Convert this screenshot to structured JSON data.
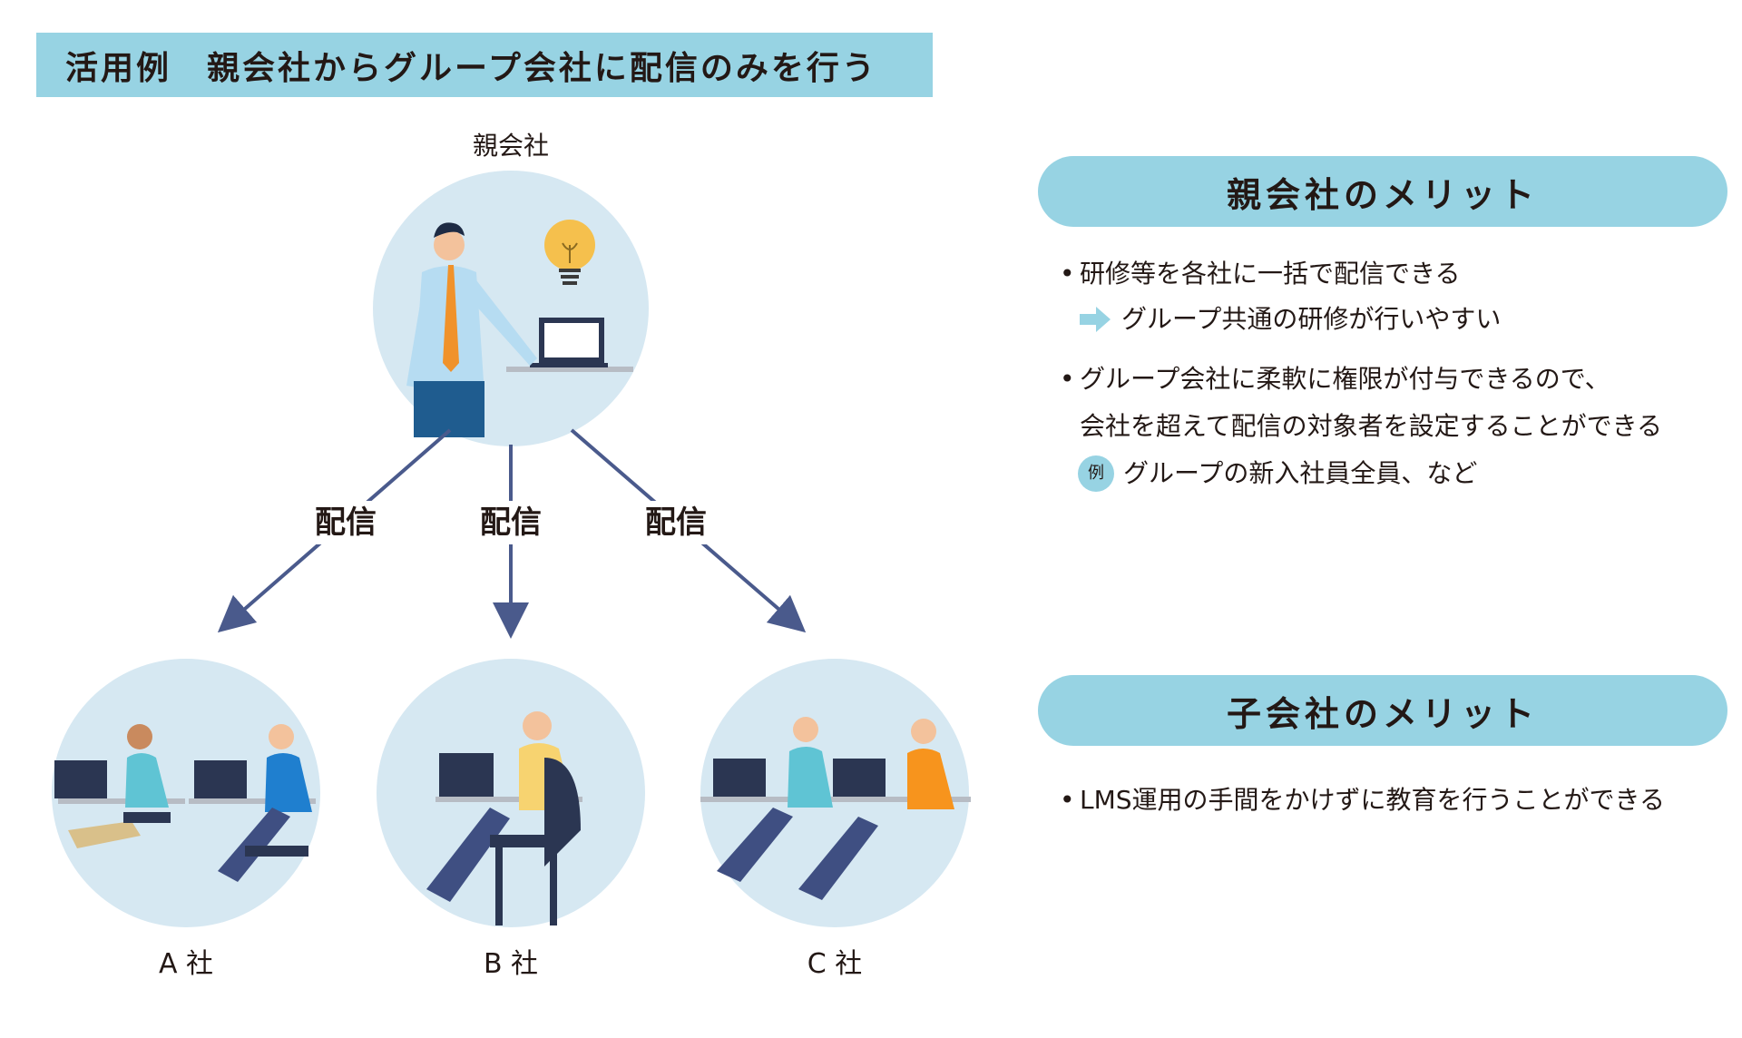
{
  "title": "活用例　親会社からグループ会社に配信のみを行う",
  "diagram": {
    "parent_label": "親会社",
    "edge_label": "配信",
    "companies": [
      {
        "label": "A 社"
      },
      {
        "label": "B 社"
      },
      {
        "label": "C 社"
      }
    ]
  },
  "parent_merit": {
    "heading": "親会社のメリット",
    "bullet1": "研修等を各社に一括で配信できる",
    "bullet1_result": "グループ共通の研修が行いやすい",
    "bullet2_line1": "グループ会社に柔軟に権限が付与できるので、",
    "bullet2_line2": "会社を超えて配信の対象者を設定することができる",
    "example_badge": "例",
    "example_text": "グループの新入社員全員、など"
  },
  "child_merit": {
    "heading": "子会社のメリット",
    "bullet1": "LMS運用の手間をかけずに教育を行うことができる"
  },
  "colors": {
    "accent": "#97d3e3",
    "arrow": "#4a5a8c",
    "circle": "#d6e8f2",
    "text": "#231815"
  }
}
